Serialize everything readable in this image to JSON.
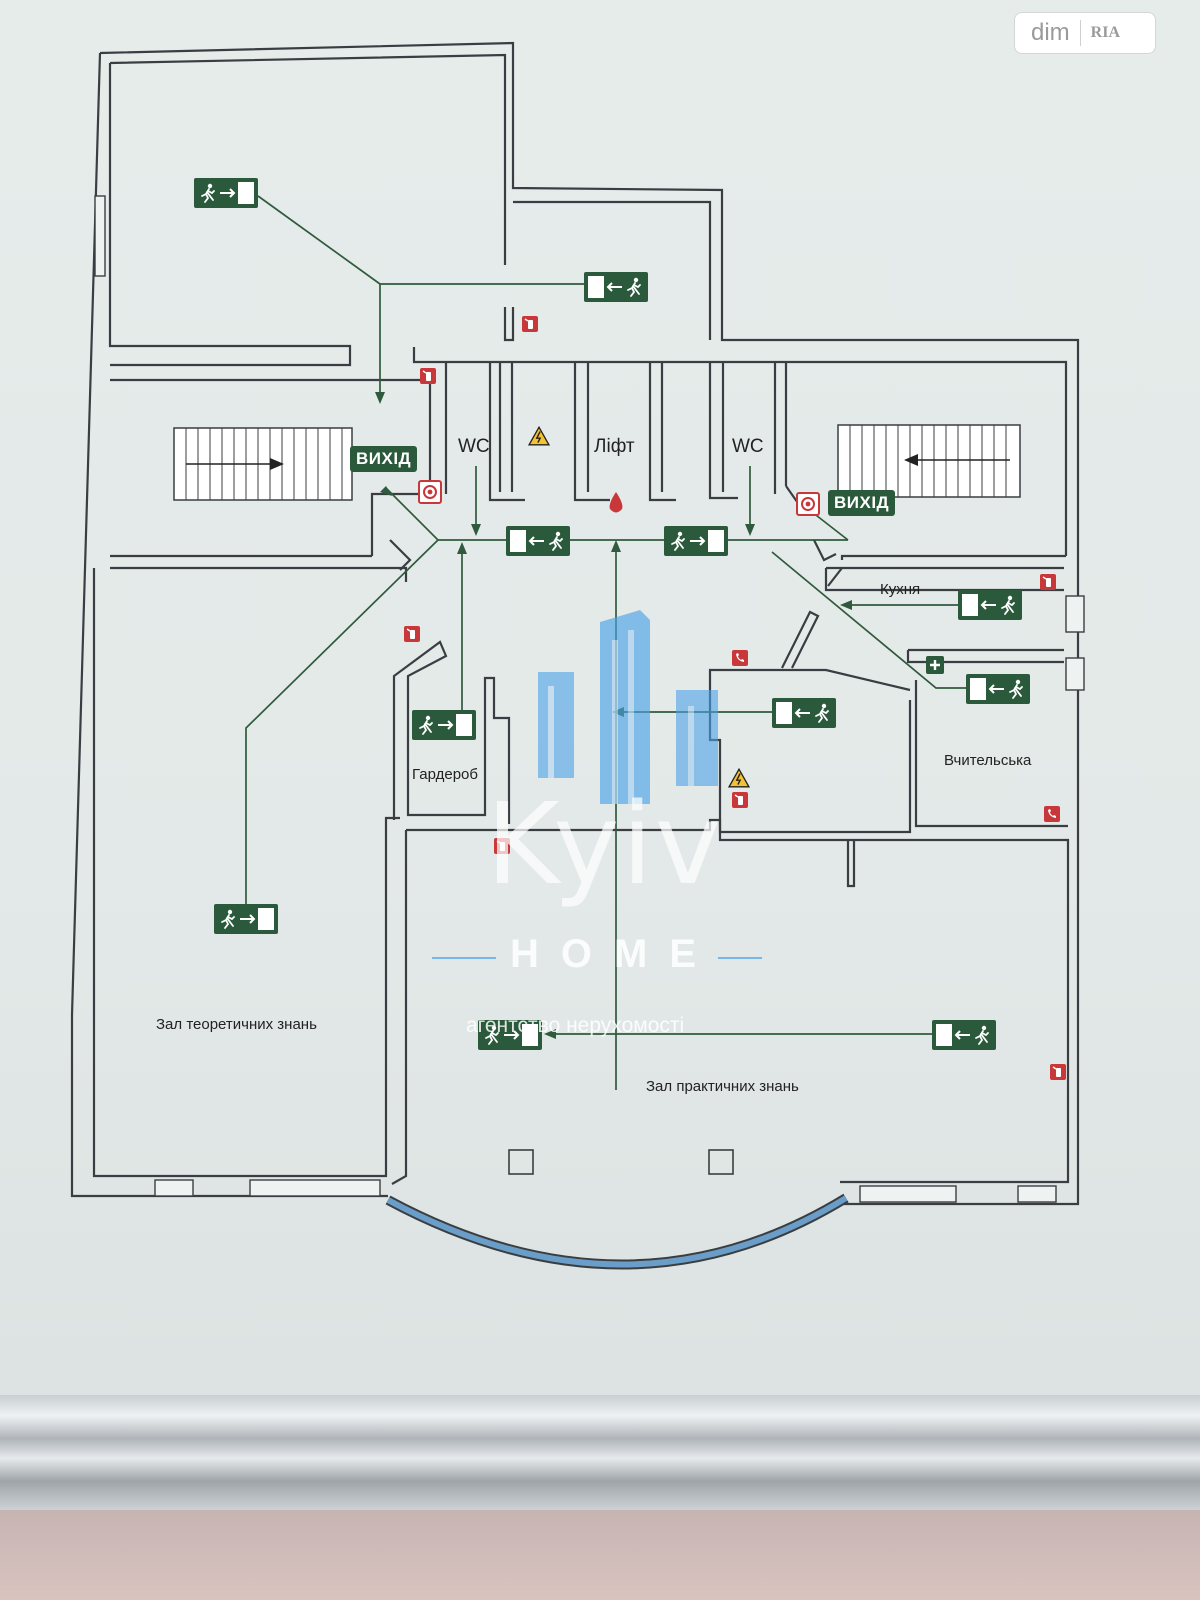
{
  "badge": {
    "brand": "dim",
    "brand_secondary": "RIA"
  },
  "rooms": {
    "wc_left": "WC",
    "lift": "Ліфт",
    "wc_right": "WC",
    "kitchen": "Кухня",
    "teachers": "Вчительська",
    "cloakroom": "Гардероб",
    "theory_hall": "Зал теоретичних знань",
    "practice_hall": "Зал практичних знань"
  },
  "exits": {
    "left": "ВИХІД",
    "right": "ВИХІД"
  },
  "watermark": {
    "brand": "Kyiv",
    "home": "HOME",
    "subtitle": "агентство нерухомості"
  },
  "colors": {
    "wall": "#3a3e42",
    "exit_green": "#2a5a3b",
    "route_green": "#2f5a3d",
    "fire_red": "#c8383a",
    "window_blue": "#6a9ec8",
    "watermark_blue": "#4aa3e8"
  },
  "icons": [
    "running-man-exit-icon",
    "fire-extinguisher-icon",
    "fire-alarm-icon",
    "phone-icon",
    "first-aid-icon",
    "high-voltage-icon",
    "water-drop-icon"
  ]
}
